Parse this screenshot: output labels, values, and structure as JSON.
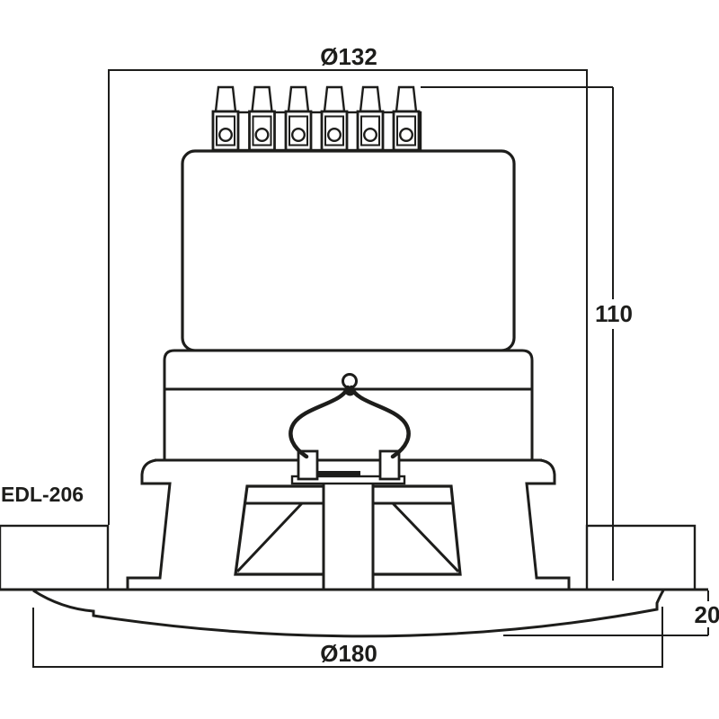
{
  "diagram": {
    "model_label": "EDL-206",
    "dimensions": {
      "cutout_diameter": "Ø132",
      "installation_height": "110",
      "flange_diameter": "Ø180",
      "flange_height": "20"
    },
    "colors": {
      "line": "#1d1d1b",
      "ceiling_fill": "#c7c7c7",
      "background": "#ffffff"
    }
  }
}
